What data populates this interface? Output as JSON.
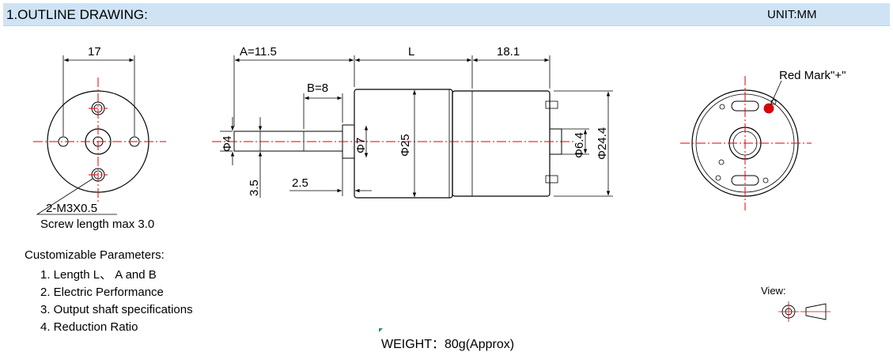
{
  "header": {
    "title": "1.OUTLINE DRAWING:",
    "unit": "UNIT:MM"
  },
  "front_view": {
    "dim_width": "17",
    "thread_note": "2-M3X0.5",
    "screw_note": "Screw length max 3.0"
  },
  "side_view": {
    "dim_a": "A=11.5",
    "dim_l": "L",
    "dim_end": "18.1",
    "dim_b": "B=8",
    "dim_shaft": "Φ4",
    "dim_flat": "3.5",
    "dim_boss_len": "2.5",
    "dim_boss": "Φ7",
    "dim_body": "Φ25",
    "dim_rear_boss": "Φ6.4",
    "dim_motor": "Φ24.4"
  },
  "rear_view": {
    "red_mark": "Red Mark\"+\""
  },
  "params": {
    "title": "Customizable Parameters:",
    "items": [
      "1. Length  L、 A and B",
      "2. Electric Performance",
      "3. Output shaft specifications",
      "4. Reduction Ratio"
    ]
  },
  "view": {
    "label": "View:"
  },
  "weight": "WEIGHT：80g(Approx)",
  "colors": {
    "header_bg": "#cfe3f5",
    "center_line": "#e00000",
    "red_mark": "#e00000"
  }
}
